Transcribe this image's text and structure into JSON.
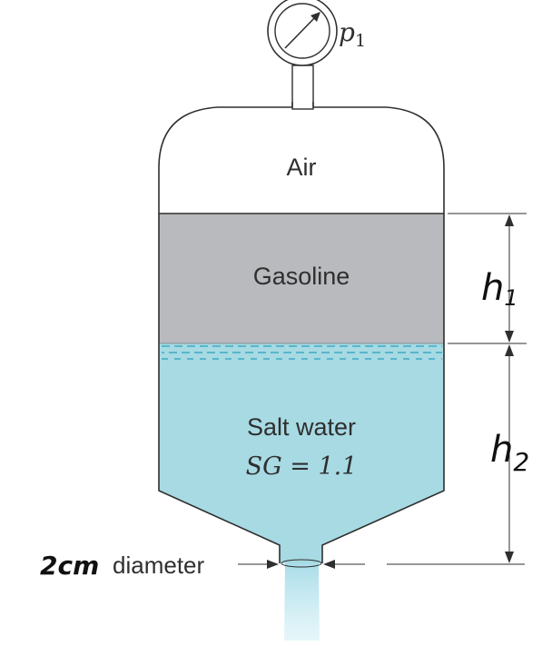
{
  "gauge": {
    "label": "p",
    "subscript": "1"
  },
  "layers": {
    "air": "Air",
    "gasoline": "Gasoline",
    "salt_water": {
      "name": "Salt water",
      "sg": "SG = 1.1"
    }
  },
  "dimensions": {
    "h1": {
      "letter": "h",
      "subscript": "1"
    },
    "h2": {
      "letter": "h",
      "subscript": "2"
    }
  },
  "nozzle": {
    "size": "2cm",
    "text": "diameter"
  },
  "colors": {
    "gasoline": "#b9babe",
    "salt_water": "#a7dae3",
    "outline": "#2f2f2f",
    "stream": "#b4e2ec",
    "surface_dash": "#3fa9c4"
  }
}
